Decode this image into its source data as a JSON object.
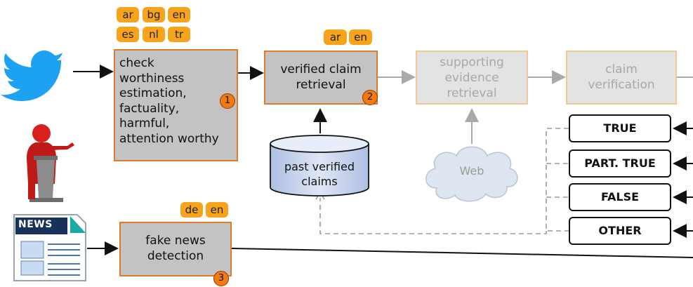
{
  "langs": {
    "checkworthiness": [
      "ar",
      "bg",
      "en",
      "es",
      "nl",
      "tr"
    ],
    "verified": [
      "ar",
      "en"
    ],
    "fakenews": [
      "de",
      "en"
    ]
  },
  "boxes": {
    "checkworthiness": "check\nworthiness\nestimation,\nfactuality,\nharmful,\nattention worthy",
    "verified": "verified claim\nretrieval",
    "supporting": "supporting\nevidence\nretrieval",
    "verification": "claim\nverification",
    "fakenews": "fake news\ndetection"
  },
  "numbers": [
    "1",
    "2",
    "3"
  ],
  "database": "past verified\nclaims",
  "cloud": "Web",
  "news_icon": "NEWS",
  "labels": [
    "TRUE",
    "PART. TRUE",
    "FALSE",
    "OTHER"
  ],
  "colors": {
    "accent_orange": "#f7a31c",
    "box_border": "#e07a2c",
    "box_fill": "#c3c3c3",
    "twitter_blue": "#1da1f2",
    "person_red": "#d9201e",
    "db_fill": "#c9d4ec",
    "cloud_fill": "#dde5f0"
  }
}
